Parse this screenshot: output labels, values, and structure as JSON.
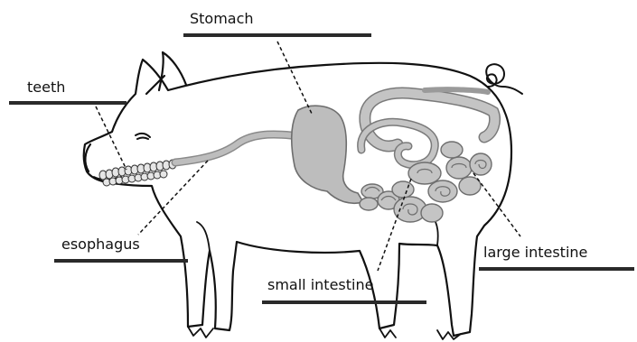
{
  "labels": {
    "stomach": "Stomach",
    "teeth": "teeth",
    "esophagus": "esophagus",
    "small_intestine": "small intestine",
    "large_intestine": "large intestine"
  },
  "colors": {
    "outline": "#111111",
    "organ_fill": "#bdbdbd",
    "organ_stroke": "#6e6e6e",
    "label_bar": "#2a2a2a",
    "background": "#ffffff"
  }
}
